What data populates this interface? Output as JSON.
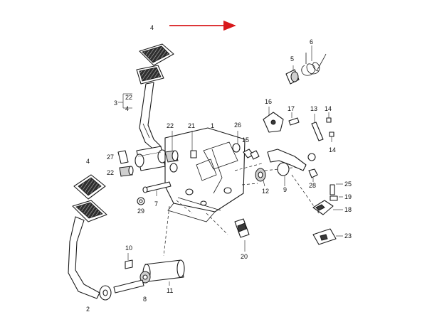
{
  "diagram": {
    "callouts": {
      "c4_top": "4",
      "c22_bracket": "22",
      "c4_bracket": "4",
      "c3": "3",
      "c5": "5",
      "c6": "6",
      "c16": "16",
      "c17": "17",
      "c13": "13",
      "c14a": "14",
      "c14b": "14",
      "c26": "26",
      "c21": "21",
      "c22_mid": "22",
      "c1": "1",
      "c15": "15",
      "c9": "9",
      "c28": "28",
      "c27": "27",
      "c22_left": "22",
      "c4_left": "4",
      "c7": "7",
      "c29": "29",
      "c12": "12",
      "c25": "25",
      "c19": "19",
      "c18": "18",
      "c23": "23",
      "c20": "20",
      "c10": "10",
      "c11": "11",
      "c8": "8",
      "c2": "2"
    },
    "colors": {
      "arrow": "#d8191c",
      "ink": "#1a1a1a",
      "pad": "#3a3a3a",
      "bushing": "#cfcfcf"
    }
  }
}
